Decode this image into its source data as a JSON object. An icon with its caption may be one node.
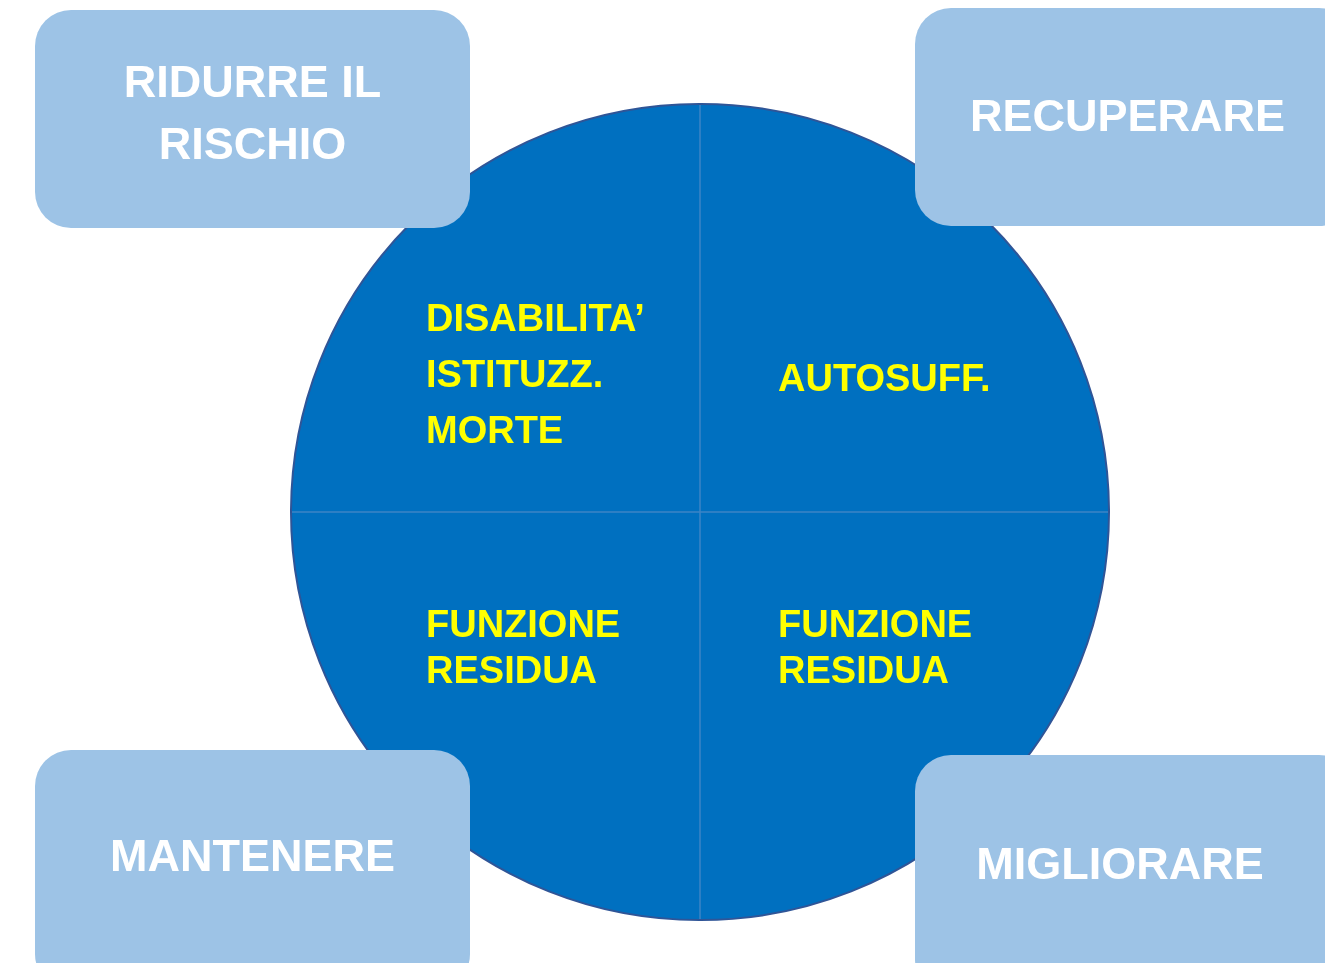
{
  "diagram": {
    "nodes": [
      {
        "text": [
          "RIDURRE IL RISCHIO"
        ]
      },
      {
        "text": [
          "RECUPERARE"
        ]
      },
      {
        "text": [],
        "shape": "circle"
      },
      {
        "text": [
          "DISABILITA’",
          "ISTITUZZ.",
          "MORTE"
        ],
        "in": 2
      },
      {
        "text": [
          "AUTOSUFF."
        ],
        "in": 2
      },
      {
        "text": [
          "FUNZIONE RESIDUA"
        ],
        "in": 2
      },
      {
        "text": [
          "FUNZIONE RESIDUA"
        ],
        "in": 2
      },
      {
        "text": [
          "MANTENERE"
        ]
      },
      {
        "text": [
          "MIGLIORARE"
        ]
      }
    ]
  }
}
